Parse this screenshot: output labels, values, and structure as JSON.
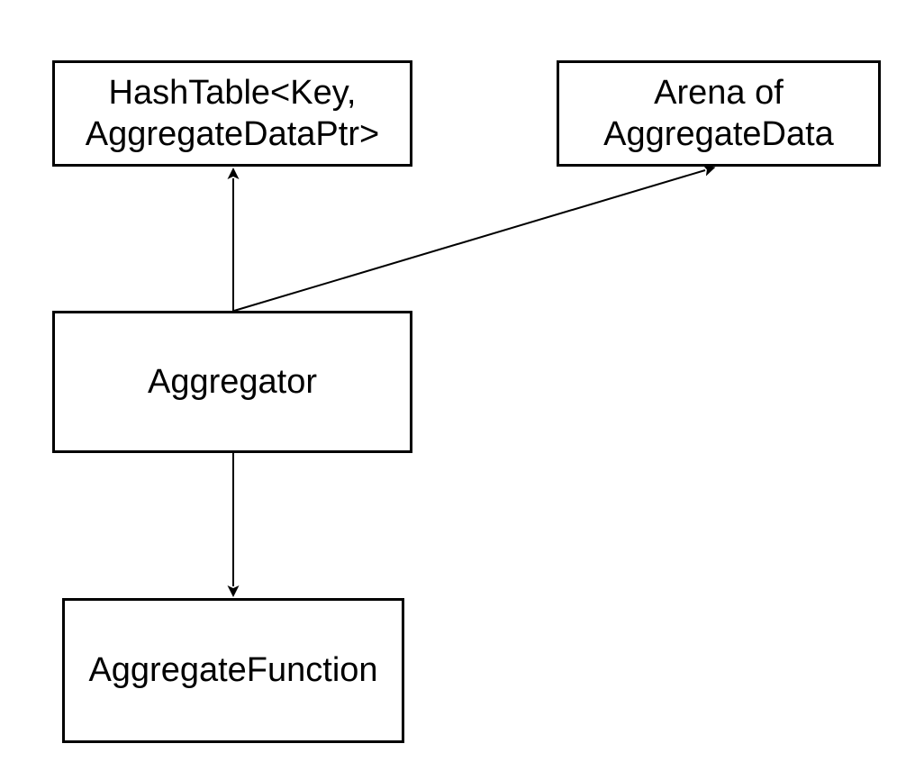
{
  "diagram": {
    "background_color": "#ffffff",
    "stroke_color": "#000000",
    "text_color": "#000000",
    "nodes": [
      {
        "id": "hashtable",
        "label": "HashTable<Key,\nAggregateDataPtr>"
      },
      {
        "id": "arena",
        "label": "Arena of\nAggregateData"
      },
      {
        "id": "aggregator",
        "label": "Aggregator"
      },
      {
        "id": "aggregate-function",
        "label": "AggregateFunction"
      }
    ],
    "edges": [
      {
        "from": "Aggregator",
        "to": "HashTable<Key, AggregateDataPtr>",
        "arrowhead": "at-target"
      },
      {
        "from": "Aggregator",
        "to": "Arena of AggregateData",
        "arrowhead": "at-target"
      },
      {
        "from": "Aggregator",
        "to": "AggregateFunction",
        "arrowhead": "at-target"
      }
    ]
  }
}
